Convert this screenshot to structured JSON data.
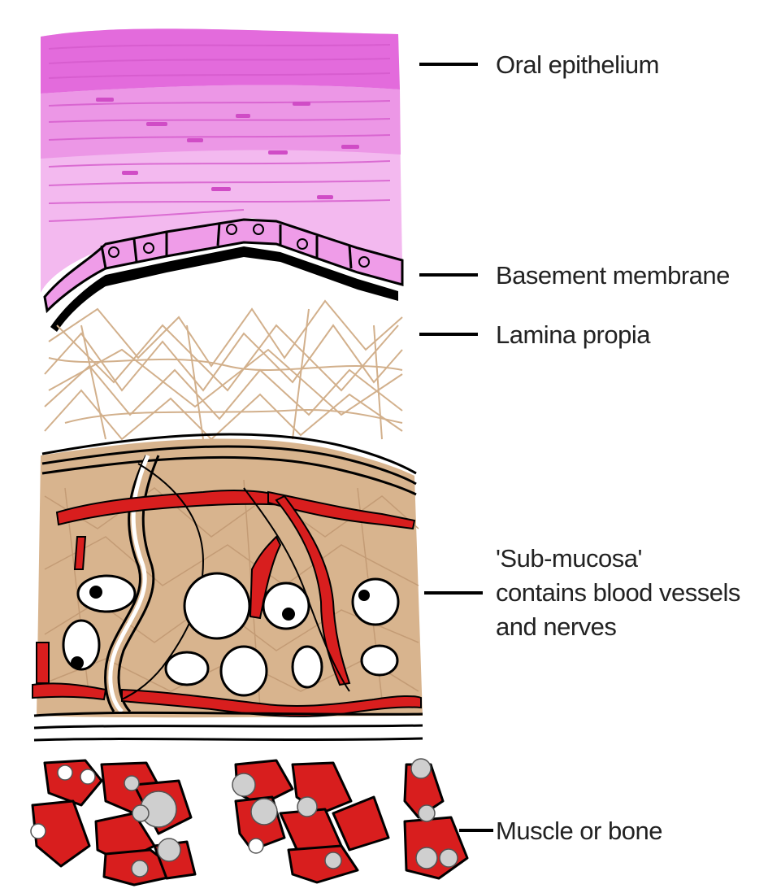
{
  "labels": {
    "oral_epithelium": "Oral epithelium",
    "basement_membrane": "Basement membrane",
    "lamina_propia": "Lamina propia",
    "sub_mucosa_line1": "'Sub-mucosa'",
    "sub_mucosa_line2": "contains blood vessels",
    "sub_mucosa_line3": "and nerves",
    "muscle_or_bone": "Muscle or bone"
  },
  "colors": {
    "epithelium": "#e87be0",
    "epithelium_light": "#f6c8f2",
    "basement": "#000000",
    "connective_fibres": "#d2b08c",
    "submucosa_fill": "#d8b48e",
    "vessel_red": "#d81e1e",
    "outline": "#000000"
  }
}
